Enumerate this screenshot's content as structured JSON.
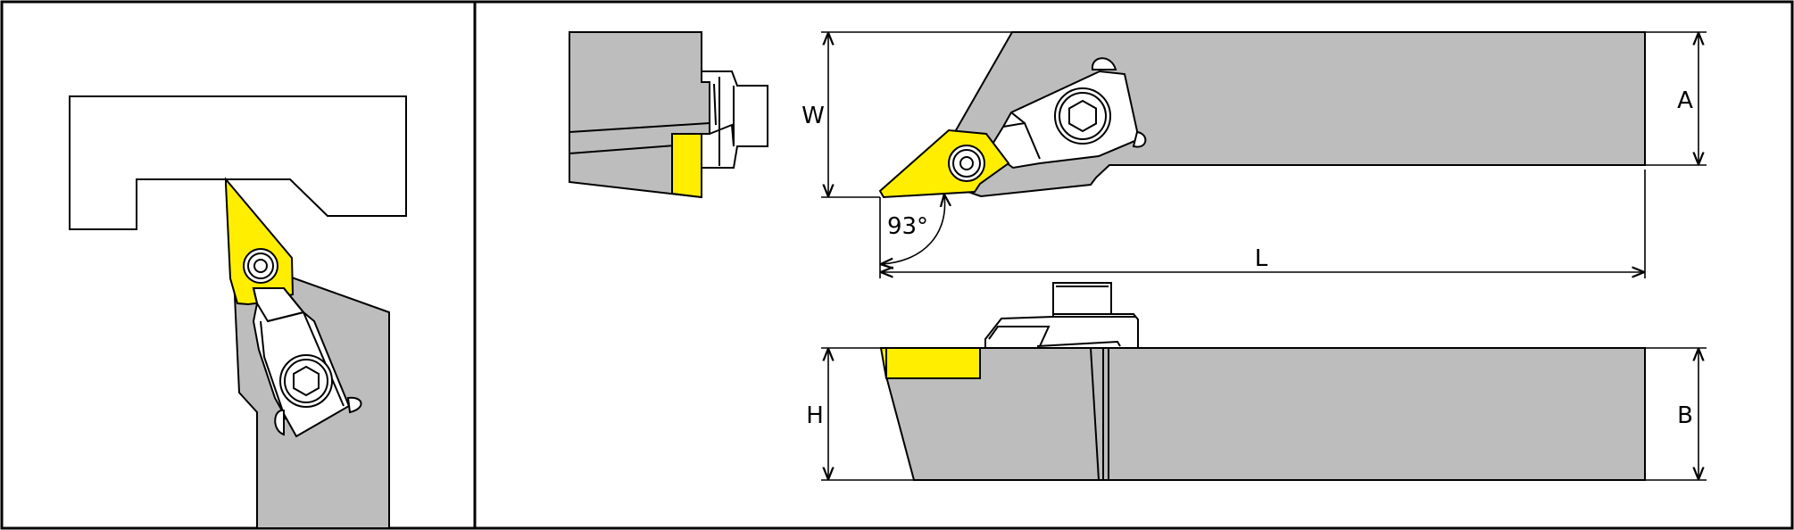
{
  "colors": {
    "body": "#bdbdbd",
    "insert": "#ffee00",
    "line": "#000000",
    "background": "#ffffff"
  },
  "labels": {
    "w": "W",
    "a": "A",
    "l": "L",
    "h": "H",
    "b": "B",
    "angle": "93°"
  },
  "icons": [
    "screw-head-icon",
    "torx-screw-icon",
    "arrowhead-icon"
  ]
}
